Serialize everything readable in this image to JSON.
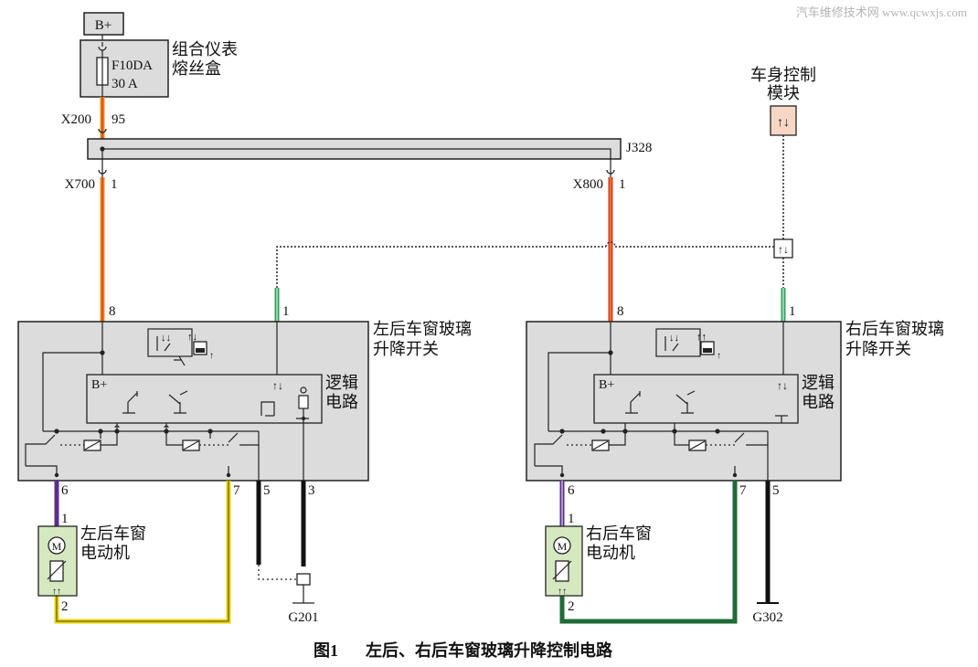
{
  "watermark": "汽车维修技术网 www.qcwxjs.com",
  "power": {
    "supply": "B+",
    "fuse_id": "F10DA",
    "fuse_rating": "30 A",
    "fuse_box_line1": "组合仪表",
    "fuse_box_line2": "熔丝盒"
  },
  "connectors": {
    "x200": "X200",
    "x200_pin": "95",
    "j328": "J328",
    "x700": "X700",
    "x700_pin": "1",
    "x800": "X800",
    "x800_pin": "1"
  },
  "bcm": {
    "line1": "车身控制",
    "line2": "模块"
  },
  "left_switch": {
    "title_line1": "左后车窗玻璃",
    "title_line2": "升降开关",
    "logic_line1": "逻辑",
    "logic_line2": "电路",
    "bplus": "B+",
    "pin_power": "8",
    "pin_lin": "1",
    "pin_motor_a": "6",
    "pin_motor_b": "7",
    "pin_ground": "5",
    "pin_3": "3"
  },
  "right_switch": {
    "title_line1": "右后车窗玻璃",
    "title_line2": "升降开关",
    "logic_line1": "逻辑",
    "logic_line2": "电路",
    "bplus": "B+",
    "pin_power": "8",
    "pin_lin": "1",
    "pin_motor_a": "6",
    "pin_motor_b": "7",
    "pin_ground": "5"
  },
  "left_motor": {
    "line1": "左后车窗",
    "line2": "电动机",
    "pin_top": "1",
    "pin_bottom": "2",
    "symbol": "M"
  },
  "right_motor": {
    "line1": "右后车窗",
    "line2": "电动机",
    "pin_top": "1",
    "pin_bottom": "2",
    "symbol": "M"
  },
  "grounds": {
    "left": "G201",
    "right": "G302"
  },
  "caption": {
    "figure": "图1",
    "title": "左后、右后车窗玻璃升降控制电路"
  },
  "wire_colors": {
    "orange": "#e8901c",
    "red": "#d8392b",
    "green": "#2fa35a",
    "dark_green": "#1e6b35",
    "purple": "#5a2d8c",
    "yellow": "#e8d400",
    "black": "#111111",
    "motor_green": "#d5e8c0",
    "bcm_pink": "#f6d7c5"
  }
}
